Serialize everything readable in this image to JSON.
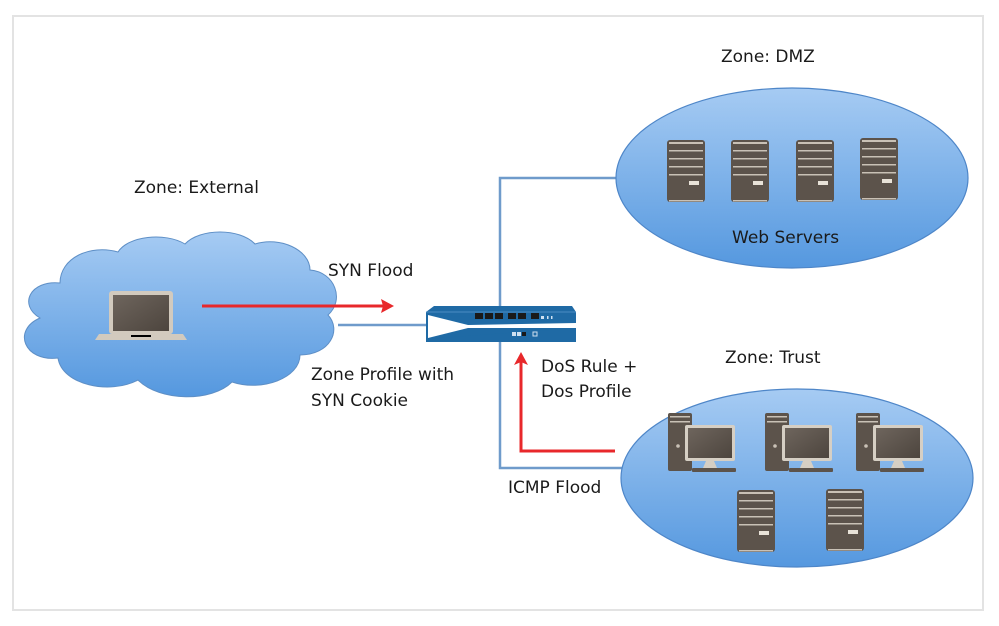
{
  "zones": {
    "external": {
      "label": "Zone: External"
    },
    "dmz": {
      "label": "Zone: DMZ",
      "group_label": "Web Servers",
      "server_count": 4
    },
    "trust": {
      "label": "Zone: Trust",
      "desktop_count": 3,
      "server_count": 2
    }
  },
  "annotations": {
    "syn_flood": "SYN Flood",
    "zone_profile_line1": "Zone Profile with",
    "zone_profile_line2": "SYN Cookie",
    "dos_rule_line1": "DoS Rule +",
    "dos_rule_line2": "Dos Profile",
    "icmp_flood": "ICMP Flood"
  },
  "colors": {
    "zone_fill_top": "#a3c8f2",
    "zone_fill_bottom": "#5b9be0",
    "zone_stroke": "#4a7fc0",
    "link_line": "#6f9bcb",
    "attack_arrow": "#e8282b",
    "firewall_blue": "#1f6aa5",
    "device_gray": "#5c534b"
  }
}
